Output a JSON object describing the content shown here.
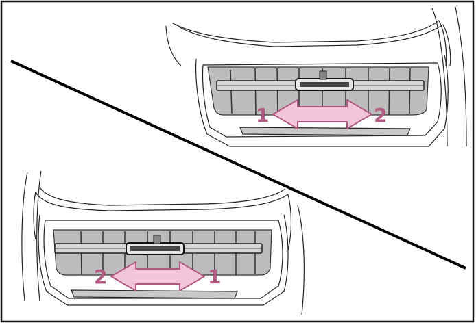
{
  "figure": {
    "upper_panel": {
      "arrow_left_label": "1",
      "arrow_right_label": "2"
    },
    "lower_panel": {
      "arrow_left_label": "2",
      "arrow_right_label": "1"
    },
    "colors": {
      "arrow_fill": "#f2c6d8",
      "arrow_stroke": "#b25a82",
      "label": "#b25a82",
      "vent_grey": "#b9b9b9",
      "vent_dark": "#555555",
      "line": "#222222"
    }
  }
}
